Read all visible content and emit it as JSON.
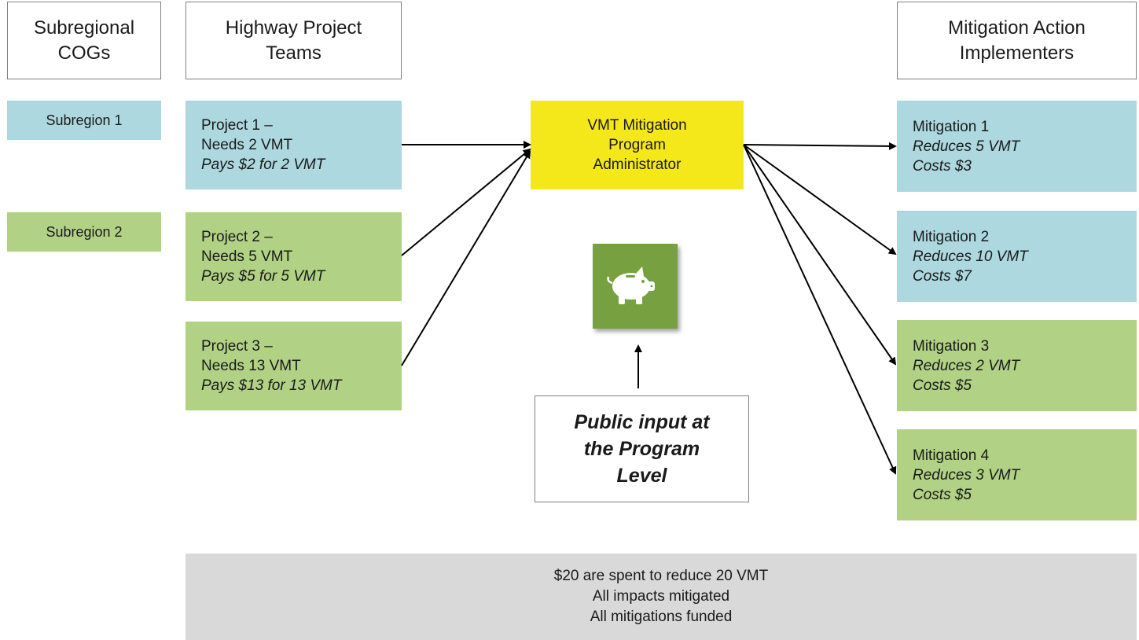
{
  "headers": {
    "cogs": [
      "Subregional",
      "COGs"
    ],
    "project_teams": [
      "Highway Project",
      "Teams"
    ],
    "implementers": [
      "Mitigation Action",
      "Implementers"
    ]
  },
  "subregions": [
    {
      "label": "Subregion 1",
      "color": "#add8df"
    },
    {
      "label": "Subregion 2",
      "color": "#b1d184"
    }
  ],
  "projects": [
    {
      "title": "Project 1 –",
      "needs": "Needs 2 VMT",
      "pays": "Pays $2 for 2 VMT",
      "color": "#add8df"
    },
    {
      "title": "Project 2 –",
      "needs": "Needs 5 VMT",
      "pays": "Pays $5 for 5 VMT",
      "color": "#b1d184"
    },
    {
      "title": "Project 3 –",
      "needs": "Needs 13 VMT",
      "pays": "Pays $13 for 13 VMT",
      "color": "#b1d184"
    }
  ],
  "administrator": {
    "lines": [
      "VMT Mitigation",
      "Program",
      "Administrator"
    ],
    "color": "#f5e81a"
  },
  "mitigations": [
    {
      "title": "Mitigation 1",
      "reduces": "Reduces 5 VMT",
      "costs": "Costs $3",
      "color": "#add8df"
    },
    {
      "title": "Mitigation 2",
      "reduces": "Reduces 10 VMT",
      "costs": "Costs $7",
      "color": "#add8df"
    },
    {
      "title": "Mitigation 3",
      "reduces": "Reduces 2 VMT",
      "costs": "Costs $5",
      "color": "#b1d184"
    },
    {
      "title": "Mitigation 4",
      "reduces": "Reduces 3 VMT",
      "costs": "Costs $5",
      "color": "#b1d184"
    }
  ],
  "funding_icon": {
    "icon": "piggy-bank-icon",
    "color": "#77a141"
  },
  "public_input": {
    "lines": [
      "Public input at",
      "the Program",
      "Level"
    ]
  },
  "summary": {
    "lines": [
      "$20 are spent to reduce 20 VMT",
      "All impacts mitigated",
      "All mitigations funded"
    ],
    "color": "#d9d9d9"
  }
}
